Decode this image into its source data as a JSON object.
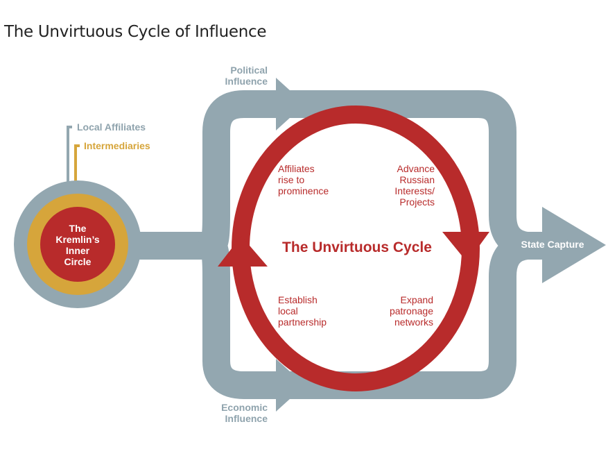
{
  "title": "The Unvirtuous Cycle of Influence",
  "colors": {
    "grey": "#93a7b0",
    "gold": "#d6a53b",
    "red": "#b82b2b",
    "white": "#ffffff"
  },
  "legend": {
    "local_affiliates": "Local Affiliates",
    "intermediaries": "Intermediaries"
  },
  "core": {
    "line1": "The",
    "line2": "Kremlin’s",
    "line3": "Inner",
    "line4": "Circle"
  },
  "flows": {
    "political": {
      "line1": "Political",
      "line2": "Influence"
    },
    "economic": {
      "line1": "Economic",
      "line2": "Influence"
    },
    "output": "State Capture"
  },
  "cycle": {
    "title": "The Unvirtuous Cycle",
    "steps": {
      "top_left": [
        "Affiliates",
        "rise to",
        "prominence"
      ],
      "top_right": [
        "Advance",
        "Russian",
        "Interests/",
        "Projects"
      ],
      "bottom_left": [
        "Establish",
        "local",
        "partnership"
      ],
      "bottom_right": [
        "Expand",
        "patronage",
        "networks"
      ]
    }
  }
}
